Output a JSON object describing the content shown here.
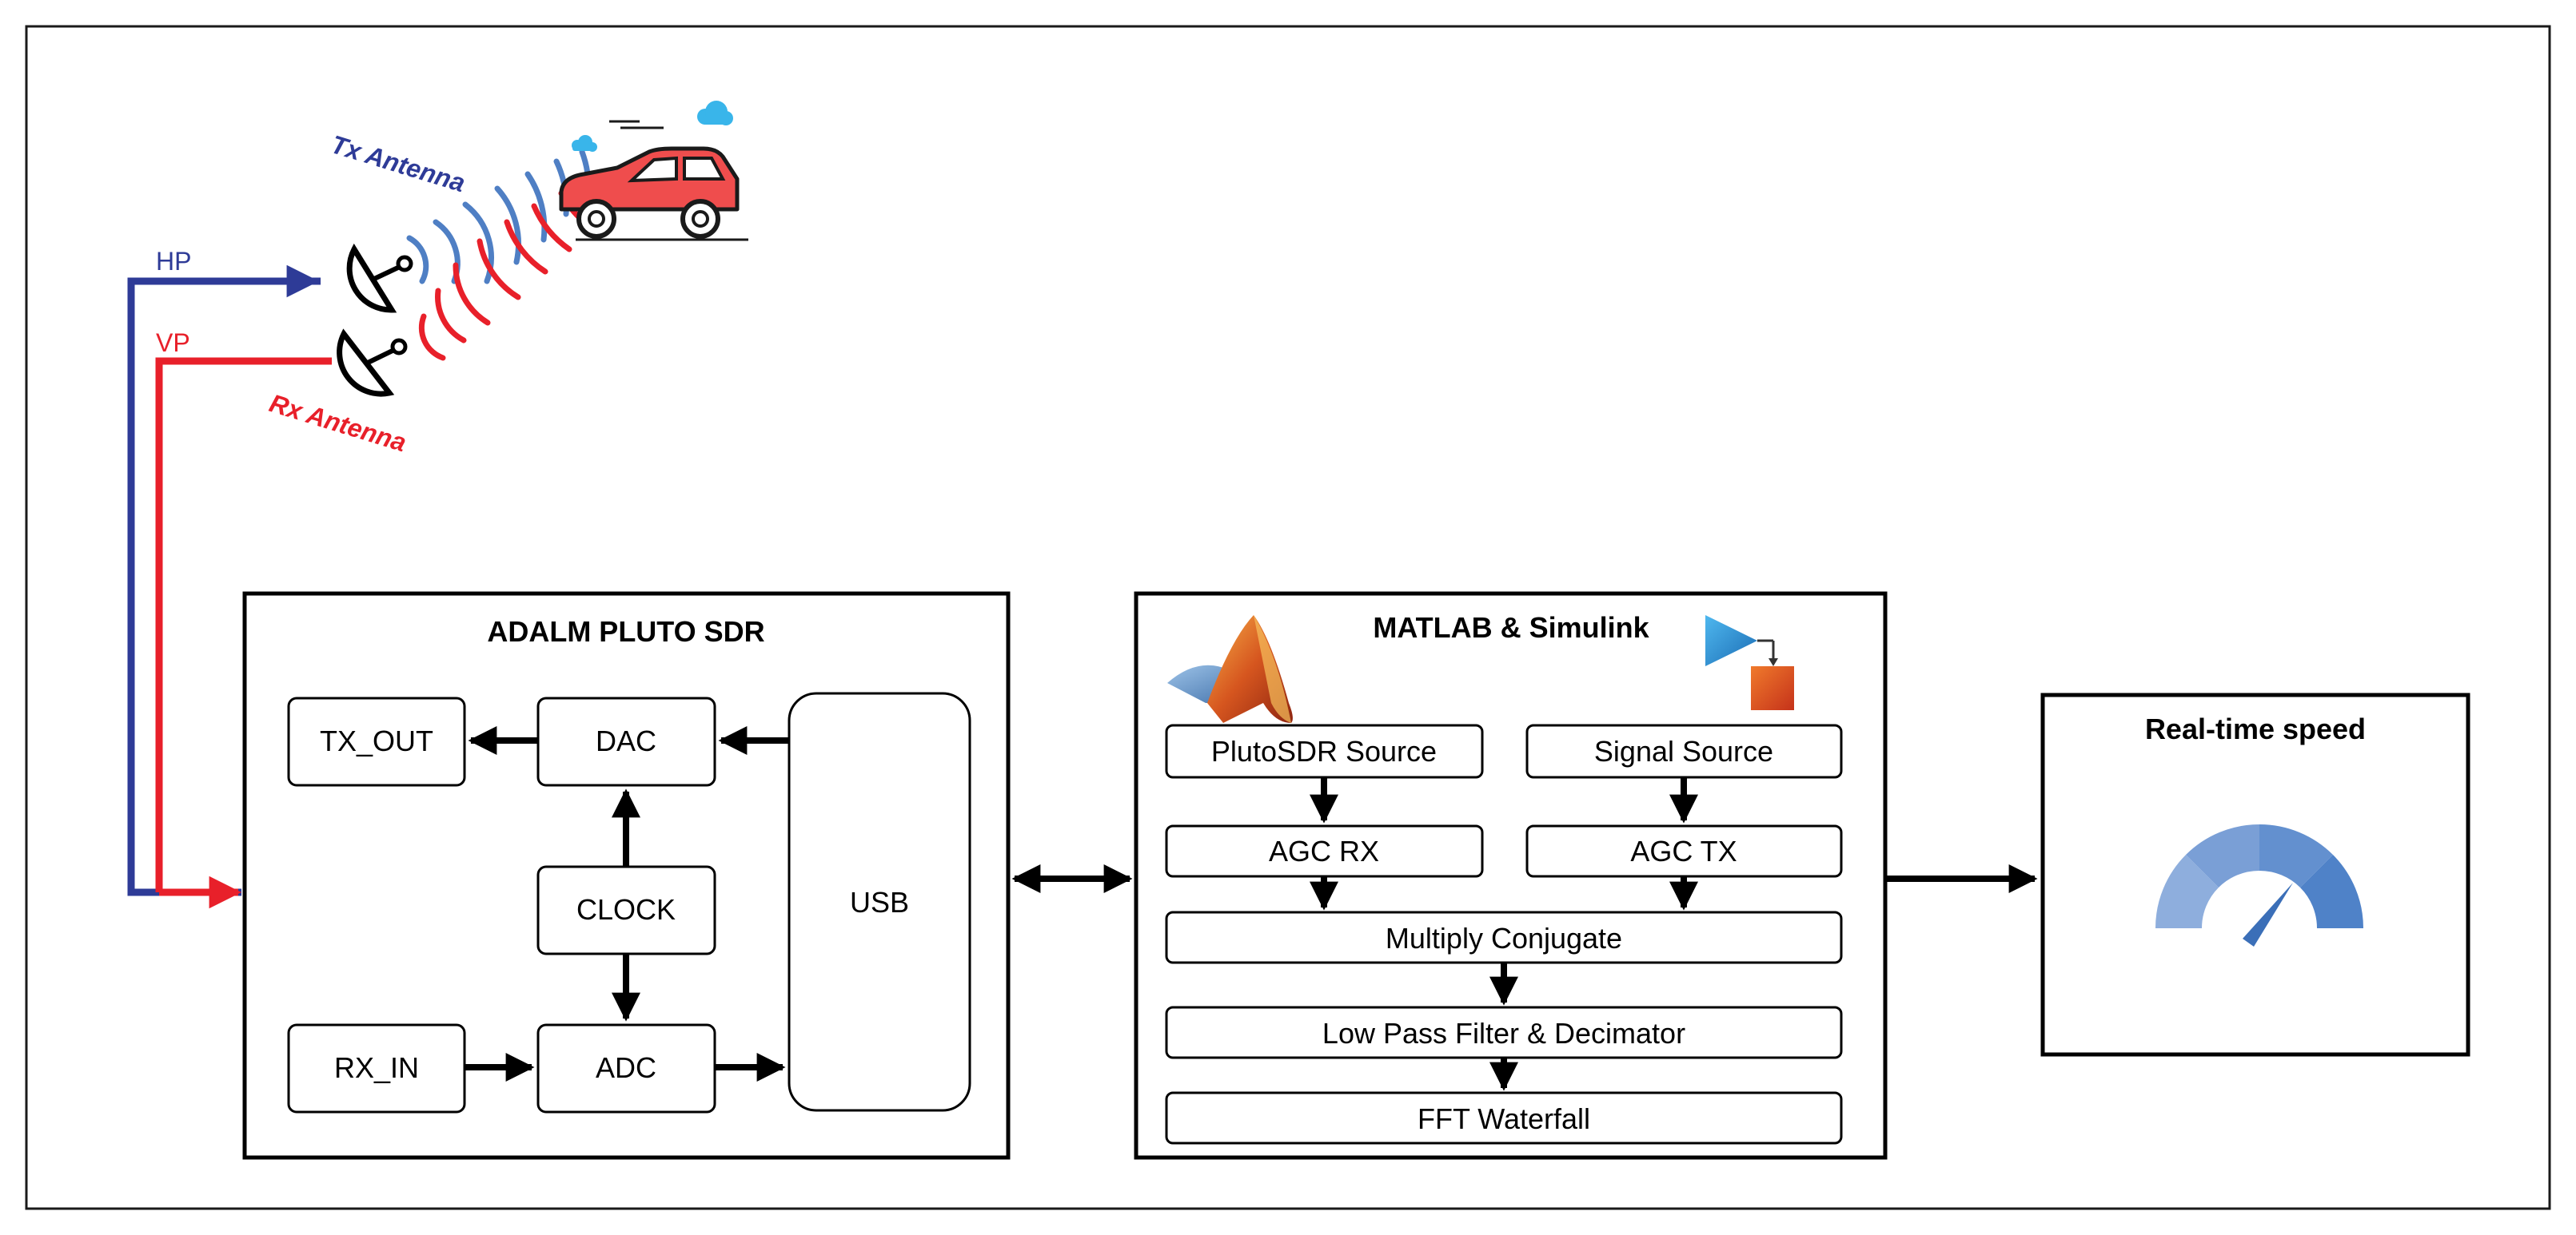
{
  "antennas": {
    "tx": {
      "label": "Tx Antenna",
      "pol": "HP"
    },
    "rx": {
      "label": "Rx Antenna",
      "pol": "VP"
    }
  },
  "sdr": {
    "title": "ADALM PLUTO SDR",
    "blocks": {
      "tx_out": "TX_OUT",
      "dac": "DAC",
      "clock": "CLOCK",
      "rx_in": "RX_IN",
      "adc": "ADC",
      "usb": "USB"
    }
  },
  "matlab": {
    "title": "MATLAB & Simulink",
    "blocks": {
      "pluto_source": "PlutoSDR Source",
      "signal_source": "Signal Source",
      "agc_rx": "AGC RX",
      "agc_tx": "AGC TX",
      "multiply": "Multiply Conjugate",
      "lpf": "Low Pass Filter & Decimator",
      "fft": "FFT Waterfall"
    }
  },
  "output": {
    "title": "Real-time speed"
  },
  "colors": {
    "tx": "#2e3b97",
    "tx_wave": "#4f7fc4",
    "rx": "#e8202a",
    "car": "#ef4d4d",
    "cloud": "#39b5ea",
    "gauge": [
      "#8eaedd",
      "#7a9fd6",
      "#6390cf",
      "#4f82c8"
    ]
  }
}
